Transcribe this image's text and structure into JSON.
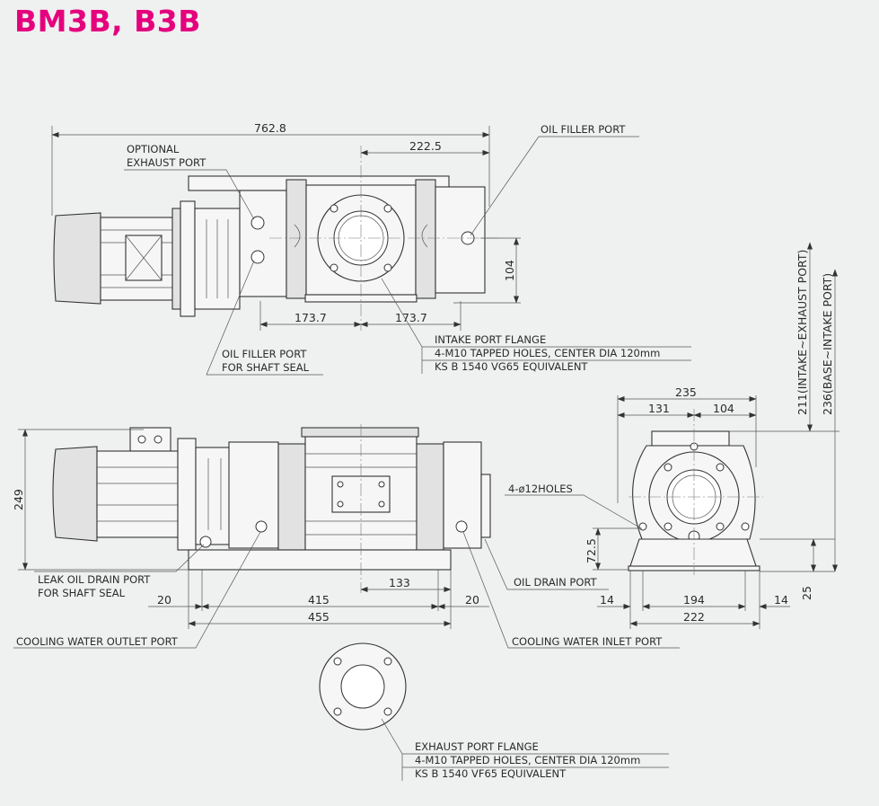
{
  "title": "BM3B, B3B",
  "top_view": {
    "dims": {
      "overall_length": "762.8",
      "to_center": "222.5",
      "left_half": "173.7",
      "right_half": "173.7",
      "height_side": "104"
    },
    "callouts": {
      "optional_exhaust_1": "OPTIONAL",
      "optional_exhaust_2": "EXHAUST PORT",
      "oil_filler_port": "OIL FILLER PORT",
      "oil_filler_seal_1": "OIL FILLER PORT",
      "oil_filler_seal_2": "FOR SHAFT SEAL",
      "intake_flange_1": "INTAKE PORT FLANGE",
      "intake_flange_2": "4-M10 TAPPED HOLES, CENTER DIA 120mm",
      "intake_flange_3": "KS B 1540 VG65 EQUIVALENT"
    }
  },
  "front_view": {
    "dims": {
      "height": "249",
      "flange_offset": "133",
      "left_margin": "20",
      "base_inner": "415",
      "right_margin": "20",
      "base_total": "455"
    },
    "callouts": {
      "leak_oil_1": "LEAK OIL DRAIN PORT",
      "leak_oil_2": "FOR SHAFT SEAL",
      "oil_drain": "OIL DRAIN PORT",
      "cooling_outlet": "COOLING WATER OUTLET PORT",
      "cooling_inlet": "COOLING WATER INLET PORT"
    }
  },
  "side_view": {
    "dims": {
      "width": "235",
      "left": "131",
      "right": "104",
      "height_base": "72.5",
      "foot_left": "14",
      "bolt_span": "194",
      "foot_right": "14",
      "base_width": "222",
      "base_height": "25"
    },
    "callouts": {
      "holes": "4-ø12HOLES"
    },
    "vertical_dims": {
      "intake_exhaust": "211(INTAKE~EXHAUST PORT)",
      "base_intake": "236(BASE~INTAKE PORT)"
    }
  },
  "exhaust_flange": {
    "line_1": "EXHAUST PORT FLANGE",
    "line_2": "4-M10 TAPPED HOLES, CENTER DIA 120mm",
    "line_3": "KS B 1540 VF65 EQUIVALENT"
  }
}
